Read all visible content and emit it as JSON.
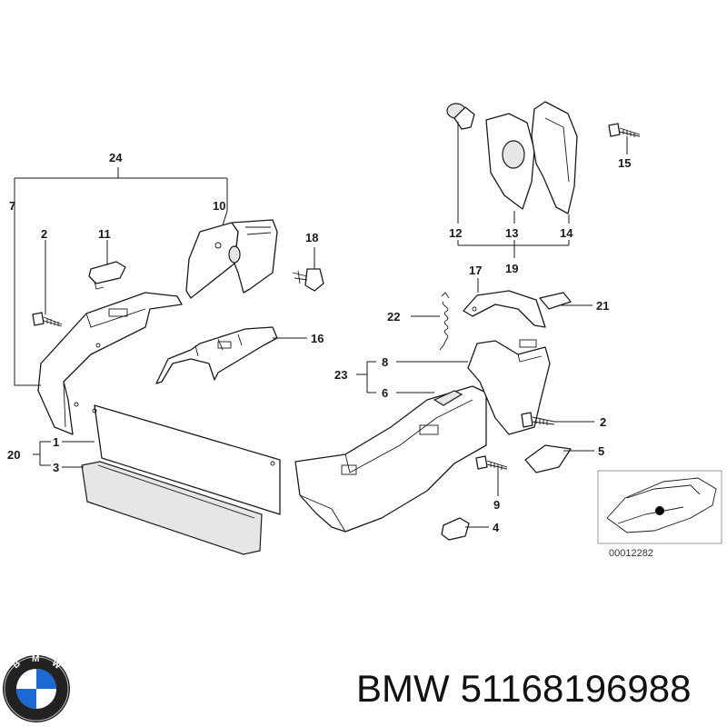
{
  "brand": {
    "name": "BMW",
    "part_number": "51168196988",
    "logo_letters": "BMW"
  },
  "inset": {
    "code": "00012282"
  },
  "callouts": {
    "c1": "1",
    "c2a": "2",
    "c2b": "2",
    "c3": "3",
    "c4": "4",
    "c5": "5",
    "c6": "6",
    "c7": "7",
    "c8": "8",
    "c9": "9",
    "c10": "10",
    "c11": "11",
    "c12": "12",
    "c13": "13",
    "c14": "14",
    "c15": "15",
    "c16": "16",
    "c17": "17",
    "c18": "18",
    "c19": "19",
    "c20": "20",
    "c21": "21",
    "c22": "22",
    "c23": "23",
    "c24": "24"
  },
  "colors": {
    "line": "#1a1a1a",
    "logo_blue": "#1c69d4",
    "logo_ring": "#222222"
  }
}
